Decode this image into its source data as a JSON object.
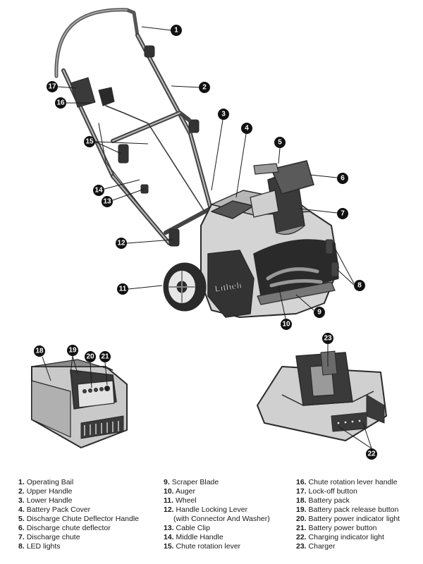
{
  "brand": "Litheli",
  "callouts": [
    "1",
    "2",
    "3",
    "4",
    "5",
    "6",
    "7",
    "8",
    "9",
    "10",
    "11",
    "12",
    "13",
    "14",
    "15",
    "16",
    "17",
    "18",
    "19",
    "20",
    "21",
    "22",
    "23"
  ],
  "legend": {
    "col1": [
      {
        "num": "1.",
        "label": "Operating Bail"
      },
      {
        "num": "2.",
        "label": "Upper Handle"
      },
      {
        "num": "3.",
        "label": "Lower Handle"
      },
      {
        "num": "4.",
        "label": "Battery Pack Cover"
      },
      {
        "num": "5.",
        "label": "Discharge Chute Deflector Handle"
      },
      {
        "num": "6.",
        "label": "Discharge chute deflector"
      },
      {
        "num": "7.",
        "label": "Discharge chute"
      },
      {
        "num": "8.",
        "label": "LED lights"
      }
    ],
    "col2": [
      {
        "num": "9.",
        "label": "Scraper Blade"
      },
      {
        "num": "10.",
        "label": "Auger"
      },
      {
        "num": "11.",
        "label": "Wheel"
      },
      {
        "num": "12.",
        "label": "Handle Locking Lever",
        "sub": "(with Connector And Washer)"
      },
      {
        "num": "13.",
        "label": "Cable Clip"
      },
      {
        "num": "14.",
        "label": "Middle Handle"
      },
      {
        "num": "15.",
        "label": "Chute rotation lever"
      }
    ],
    "col3": [
      {
        "num": "16.",
        "label": "Chute rotation lever handle"
      },
      {
        "num": "17.",
        "label": "Lock-off button"
      },
      {
        "num": "18.",
        "label": "Battery pack"
      },
      {
        "num": "19.",
        "label": "Battery pack release button"
      },
      {
        "num": "20.",
        "label": "Battery power indicator light"
      },
      {
        "num": "21.",
        "label": "Battery power button"
      },
      {
        "num": "22.",
        "label": "Charging indicator light"
      },
      {
        "num": "23.",
        "label": "Charger"
      }
    ]
  }
}
